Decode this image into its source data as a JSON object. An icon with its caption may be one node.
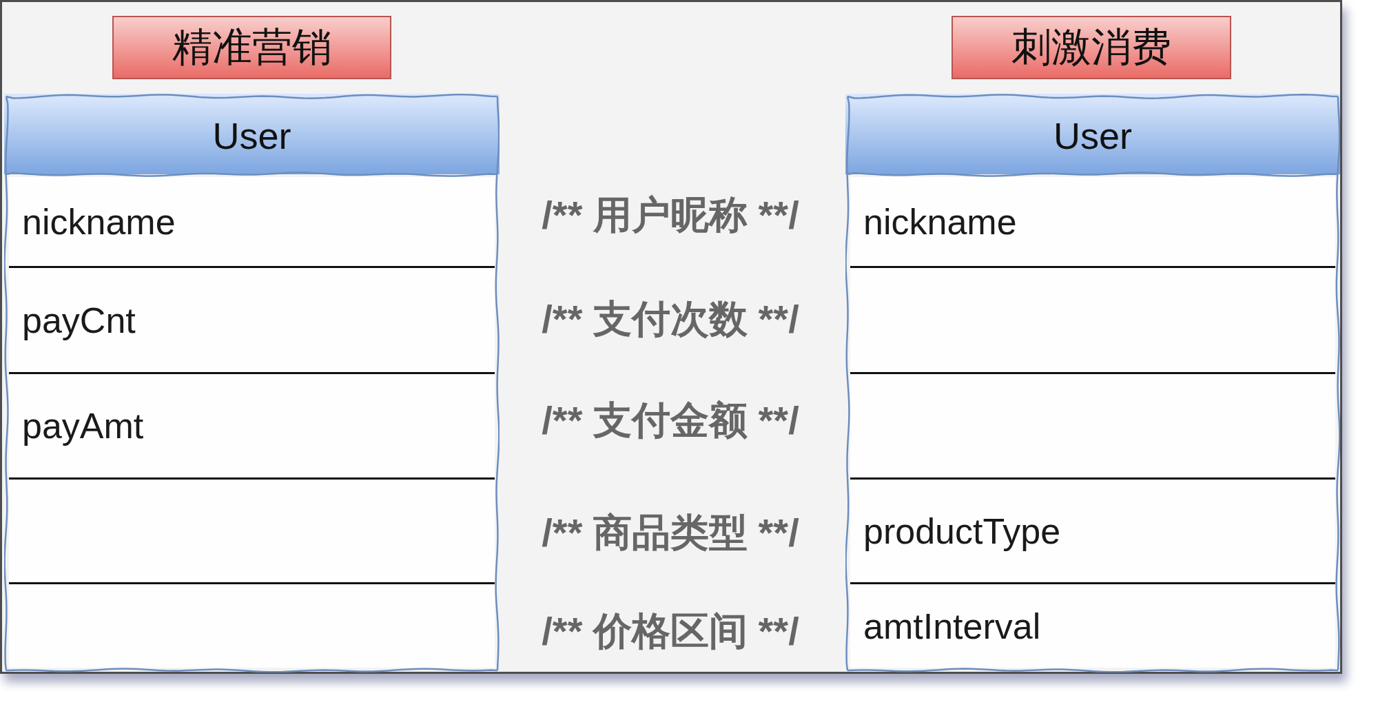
{
  "diagram": {
    "nodes": [
      {
        "text": [
          "精准营销"
        ]
      },
      {
        "text": [
          "刺激消费"
        ]
      },
      {
        "text": [
          "User"
        ]
      },
      {
        "text": [
          "nickname"
        ],
        "in": 2
      },
      {
        "text": [
          "payCnt"
        ],
        "in": 2
      },
      {
        "text": [
          "payAmt"
        ],
        "in": 2
      },
      {
        "text": [],
        "shape": "box",
        "in": 2
      },
      {
        "text": [],
        "shape": "box",
        "in": 2
      },
      {
        "text": [
          "User"
        ]
      },
      {
        "text": [
          "nickname"
        ],
        "in": 8
      },
      {
        "text": [],
        "shape": "box",
        "in": 8
      },
      {
        "text": [],
        "shape": "box",
        "in": 8
      },
      {
        "text": [
          "productType"
        ],
        "in": 8
      },
      {
        "text": [
          "amtInterval"
        ],
        "in": 8
      }
    ],
    "labels": [
      "/** 用户昵称 **/",
      "/** 支付次数 **/",
      "/** 支付金额 **/",
      "/** 商品类型 **/",
      "/** 价格区间 **/"
    ]
  }
}
